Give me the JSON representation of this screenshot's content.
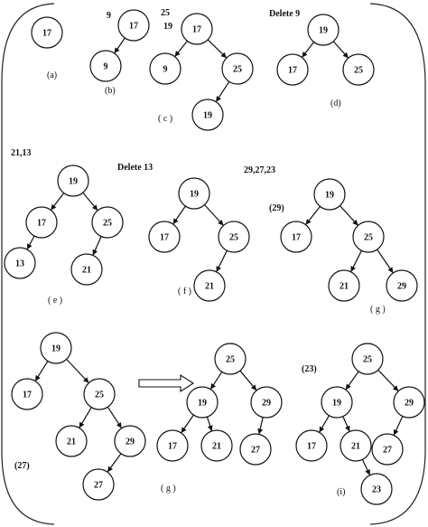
{
  "trees": [
    {
      "id": "a",
      "caption": "(a)",
      "nodes": [
        "17"
      ],
      "edges": []
    },
    {
      "id": "b",
      "caption": "(b)",
      "note": "9",
      "nodes": [
        "17",
        "9"
      ],
      "edges": [
        [
          0,
          1
        ]
      ]
    },
    {
      "id": "c",
      "caption": "( c )",
      "note": "25",
      "note2": "19",
      "nodes": [
        "17",
        "9",
        "25",
        "19"
      ],
      "edges": [
        [
          0,
          1
        ],
        [
          0,
          2
        ],
        [
          2,
          3
        ]
      ]
    },
    {
      "id": "d",
      "caption": "(d)",
      "note": "Delete 9",
      "nodes": [
        "19",
        "17",
        "25"
      ],
      "edges": [
        [
          0,
          1
        ],
        [
          0,
          2
        ]
      ]
    },
    {
      "id": "e",
      "caption": "( e )",
      "note": "21,13",
      "note2": "Delete 13",
      "nodes": [
        "19",
        "17",
        "25",
        "13",
        "21"
      ],
      "edges": [
        [
          0,
          1
        ],
        [
          0,
          2
        ],
        [
          1,
          3
        ],
        [
          2,
          4
        ]
      ]
    },
    {
      "id": "f",
      "caption": "( f )",
      "nodes": [
        "19",
        "17",
        "25",
        "21"
      ],
      "edges": [
        [
          0,
          1
        ],
        [
          0,
          2
        ],
        [
          2,
          3
        ]
      ]
    },
    {
      "id": "g",
      "caption": "( g )",
      "note": "29,27,23",
      "note2": "(29)",
      "nodes": [
        "19",
        "17",
        "25",
        "21",
        "29"
      ],
      "edges": [
        [
          0,
          1
        ],
        [
          0,
          2
        ],
        [
          2,
          3
        ],
        [
          2,
          4
        ]
      ]
    },
    {
      "id": "h",
      "caption": "(27)",
      "nodes": [
        "19",
        "17",
        "25",
        "21",
        "29",
        "27"
      ],
      "edges": [
        [
          0,
          1
        ],
        [
          0,
          2
        ],
        [
          2,
          3
        ],
        [
          2,
          4
        ],
        [
          4,
          5
        ]
      ]
    },
    {
      "id": "i",
      "caption": "( g )",
      "nodes": [
        "25",
        "19",
        "29",
        "17",
        "21",
        "27"
      ],
      "edges": [
        [
          0,
          1
        ],
        [
          0,
          2
        ],
        [
          1,
          3
        ],
        [
          1,
          4
        ],
        [
          2,
          5
        ]
      ]
    },
    {
      "id": "j",
      "caption": "(i)",
      "note": "(23)",
      "nodes": [
        "25",
        "19",
        "29",
        "17",
        "21",
        "27",
        "23"
      ],
      "edges": [
        [
          0,
          1
        ],
        [
          0,
          2
        ],
        [
          1,
          3
        ],
        [
          1,
          4
        ],
        [
          2,
          5
        ],
        [
          4,
          6
        ]
      ]
    }
  ]
}
